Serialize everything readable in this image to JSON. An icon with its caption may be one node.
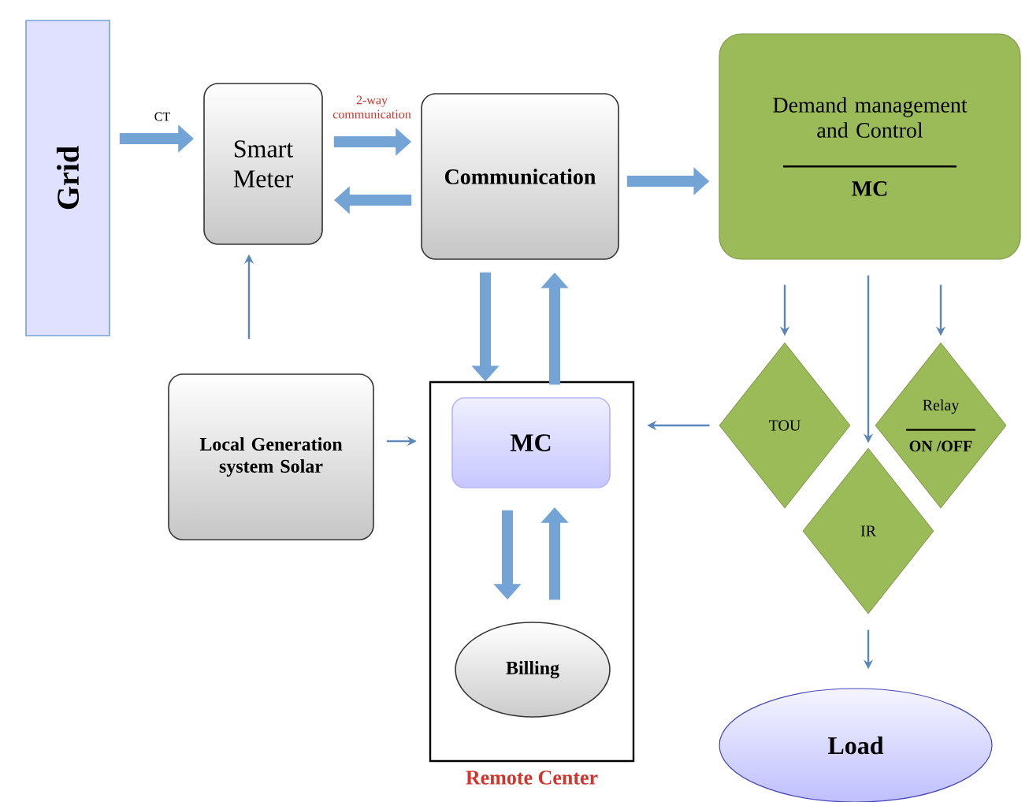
{
  "diagram": {
    "nodes": [
      {
        "text": [
          "Grid"
        ]
      },
      {
        "text": [
          "Smart Meter"
        ]
      },
      {
        "text": [
          "Communication"
        ]
      },
      {
        "text": [
          "Demand management and Control",
          "MC"
        ]
      },
      {
        "text": [
          "Local Generation system Solar"
        ]
      },
      {
        "text": [
          "Remote Center"
        ]
      },
      {
        "text": [
          "MC"
        ],
        "in": 5
      },
      {
        "text": [
          "Billing"
        ],
        "in": 5
      },
      {
        "text": [
          "TOU"
        ]
      },
      {
        "text": [
          "Relay",
          "ON /OFF"
        ]
      },
      {
        "text": [
          "IR"
        ]
      },
      {
        "text": [
          "Load"
        ]
      }
    ],
    "edges": [
      {
        "from": 0,
        "to": 1,
        "arrow": "to",
        "label": "CT"
      },
      {
        "from": 1,
        "to": 2,
        "arrow": "to",
        "label": "2-way communication"
      },
      {
        "from": 2,
        "to": 1,
        "arrow": "to"
      },
      {
        "from": 2,
        "to": 3,
        "arrow": "to"
      },
      {
        "from": 2,
        "to": 6,
        "arrow": "to"
      },
      {
        "from": 6,
        "to": 2,
        "arrow": "to"
      },
      {
        "from": 4,
        "to": 1,
        "arrow": "to"
      },
      {
        "from": 4,
        "to": 5,
        "arrow": "to"
      },
      {
        "from": 3,
        "to": 8,
        "arrow": "to"
      },
      {
        "from": 3,
        "to": 10,
        "arrow": "to"
      },
      {
        "from": 3,
        "to": 9,
        "arrow": "to"
      },
      {
        "from": 8,
        "to": 5,
        "arrow": "to"
      },
      {
        "from": 10,
        "to": 11,
        "arrow": "to"
      },
      {
        "from": 6,
        "to": 7,
        "arrow": "to"
      },
      {
        "from": 7,
        "to": 6,
        "arrow": "to"
      }
    ]
  }
}
